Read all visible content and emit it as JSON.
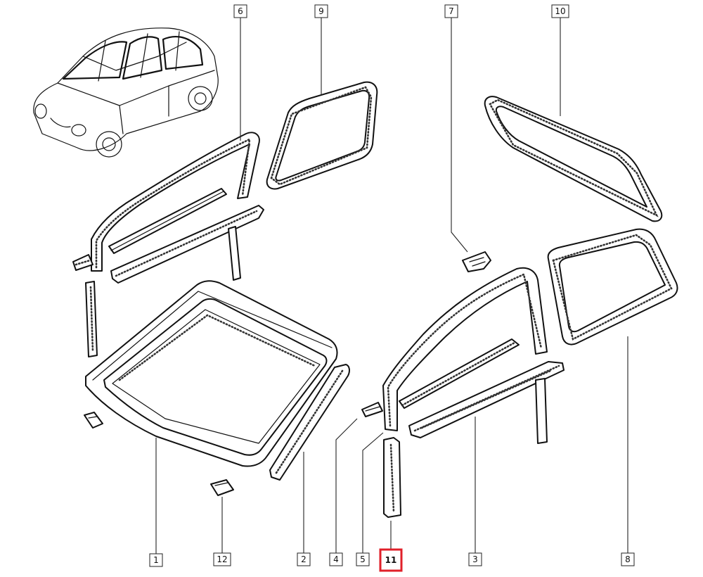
{
  "callouts": [
    {
      "id": "c1",
      "label": "1",
      "highlighted": false
    },
    {
      "id": "c2",
      "label": "2",
      "highlighted": false
    },
    {
      "id": "c3",
      "label": "3",
      "highlighted": false
    },
    {
      "id": "c4",
      "label": "4",
      "highlighted": false
    },
    {
      "id": "c5",
      "label": "5",
      "highlighted": false
    },
    {
      "id": "c6",
      "label": "6",
      "highlighted": false
    },
    {
      "id": "c7",
      "label": "7",
      "highlighted": false
    },
    {
      "id": "c8",
      "label": "8",
      "highlighted": false
    },
    {
      "id": "c9",
      "label": "9",
      "highlighted": false
    },
    {
      "id": "c10",
      "label": "10",
      "highlighted": false
    },
    {
      "id": "c11",
      "label": "11",
      "highlighted": true
    },
    {
      "id": "c12",
      "label": "12",
      "highlighted": false
    }
  ],
  "colors": {
    "line": "#111111",
    "highlight": "#e0202a",
    "background": "#ffffff"
  }
}
